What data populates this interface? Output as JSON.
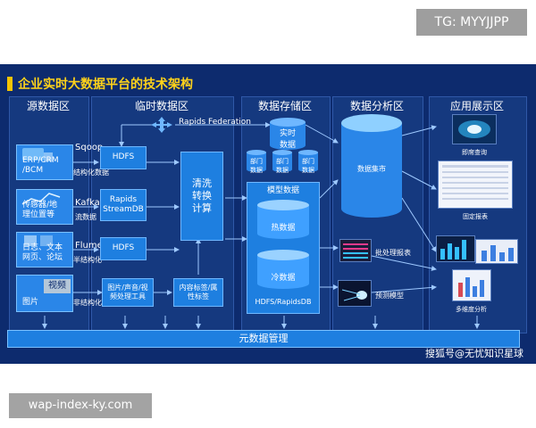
{
  "overlay": {
    "tg_label": "TG: MYYJJPP",
    "site_label": "wap-index-ky.com"
  },
  "diagram": {
    "title": "企业实时大数据平台的技术架构",
    "zones": {
      "source": "源数据区",
      "temp": "临时数据区",
      "storage": "数据存储区",
      "analysis": "数据分析区",
      "display": "应用展示区"
    },
    "source": {
      "erp": "ERP/CRM\n/BCM",
      "sensor": "传感器/地\n理位置等",
      "logs": "日志、文本\n网页、论坛",
      "media_label": "视频",
      "media_text": "图片"
    },
    "tools": {
      "sqoop": "Sqoop",
      "sqoop_sub": "结构化数据",
      "kafka": "Kafka",
      "kafka_sub": "流数据",
      "flume": "Flume",
      "flume_sub": "半结构化",
      "unstructured_sub": "非结构化"
    },
    "temp": {
      "hdfs_1": "HDFS",
      "rapids": "Rapids\nStreamDB",
      "hdfs_2": "HDFS",
      "media_tool": "图片/声音/视\n频处理工具",
      "clean": "清洗\n转换\n计算",
      "tagging": "内容标签/属\n性标签"
    },
    "federation": "Rapids Federation",
    "storage": {
      "realtime": "实时\n数据",
      "dept_1": "部门\n数据",
      "dept_2": "部门\n数据",
      "dept_3": "部门\n数据",
      "model": "模型数据",
      "hot": "热数据",
      "cold": "冷数据",
      "hdfs": "HDFS/RapidsDB"
    },
    "analysis": {
      "mart": "数据集市",
      "batch": "批处理报表",
      "predict": "预测模型"
    },
    "display": {
      "instant_query": "即席查询",
      "fixed_report": "固定报表",
      "multi_dim": "多维度分析"
    },
    "metadata": "元数据管理",
    "watermark": "搜狐号@无忧知识星球"
  }
}
